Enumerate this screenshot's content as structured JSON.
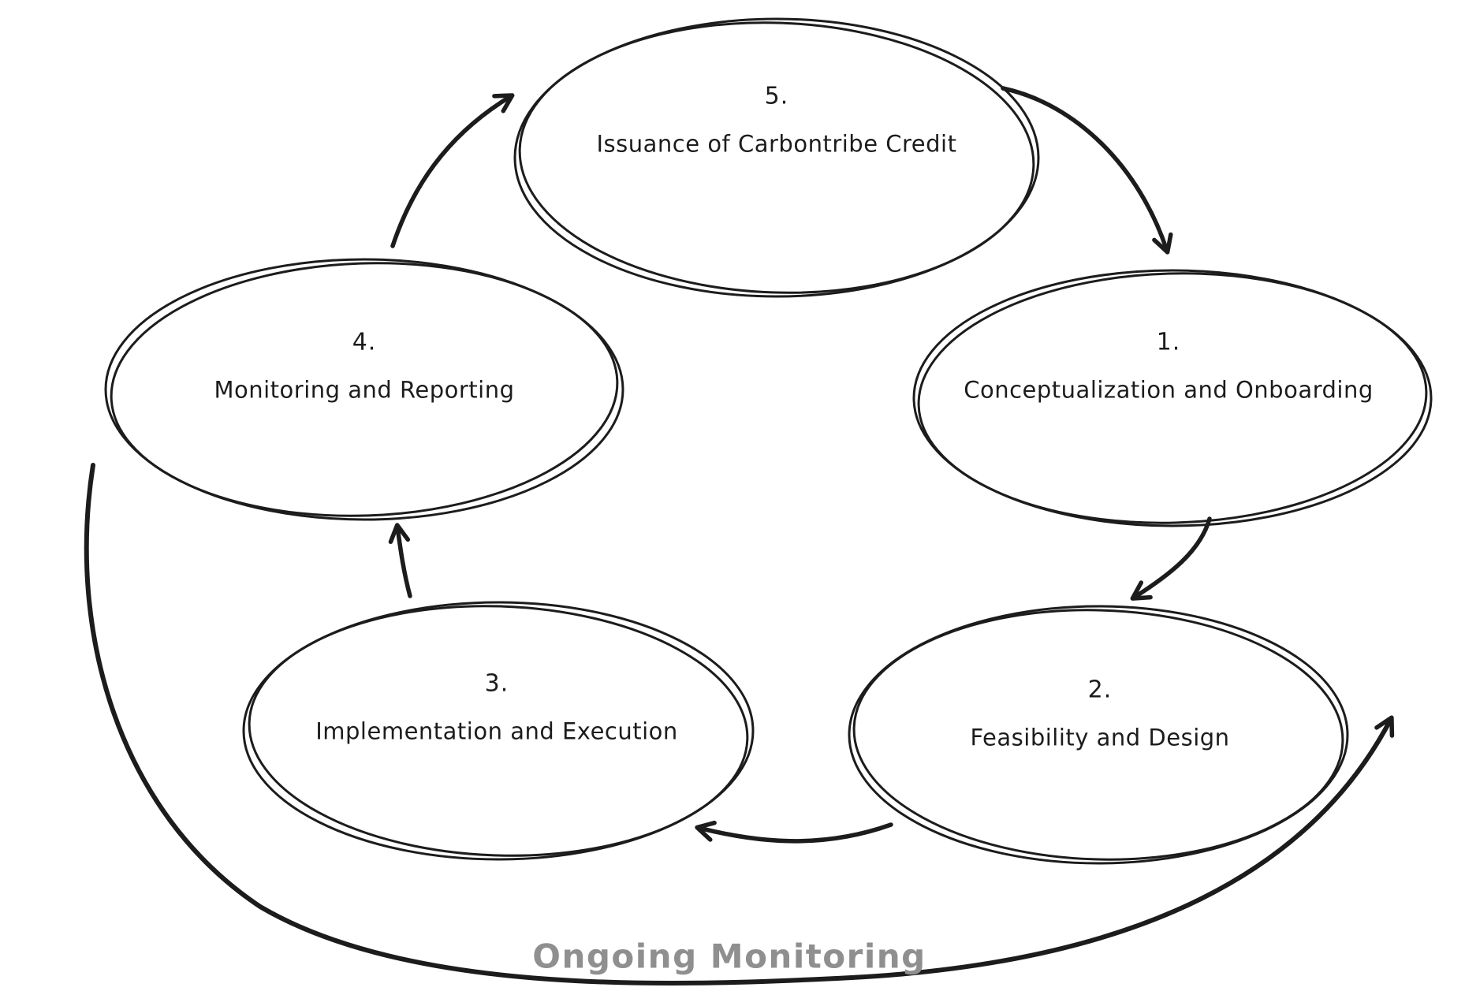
{
  "colors": {
    "ink": "#1c1c1c",
    "muted": "#8f8f8f",
    "bg": "#ffffff"
  },
  "diagram": {
    "type": "cycle-flowchart",
    "nodes": [
      {
        "id": "1",
        "number": "1.",
        "label": "Conceptualization and Onboarding"
      },
      {
        "id": "2",
        "number": "2.",
        "label": "Feasibility and Design"
      },
      {
        "id": "3",
        "number": "3.",
        "label": "Implementation and Execution"
      },
      {
        "id": "4",
        "number": "4.",
        "label": "Monitoring and Reporting"
      },
      {
        "id": "5",
        "number": "5.",
        "label": "Issuance of Carbontribe Credit"
      }
    ],
    "edges": [
      {
        "from": "1",
        "to": "2"
      },
      {
        "from": "2",
        "to": "3"
      },
      {
        "from": "3",
        "to": "4"
      },
      {
        "from": "4",
        "to": "5"
      },
      {
        "from": "5",
        "to": "1"
      }
    ],
    "annotation": {
      "label": "Ongoing Monitoring",
      "describes": "long curved arrow sweeping from left side around the bottom up to the right side"
    }
  }
}
